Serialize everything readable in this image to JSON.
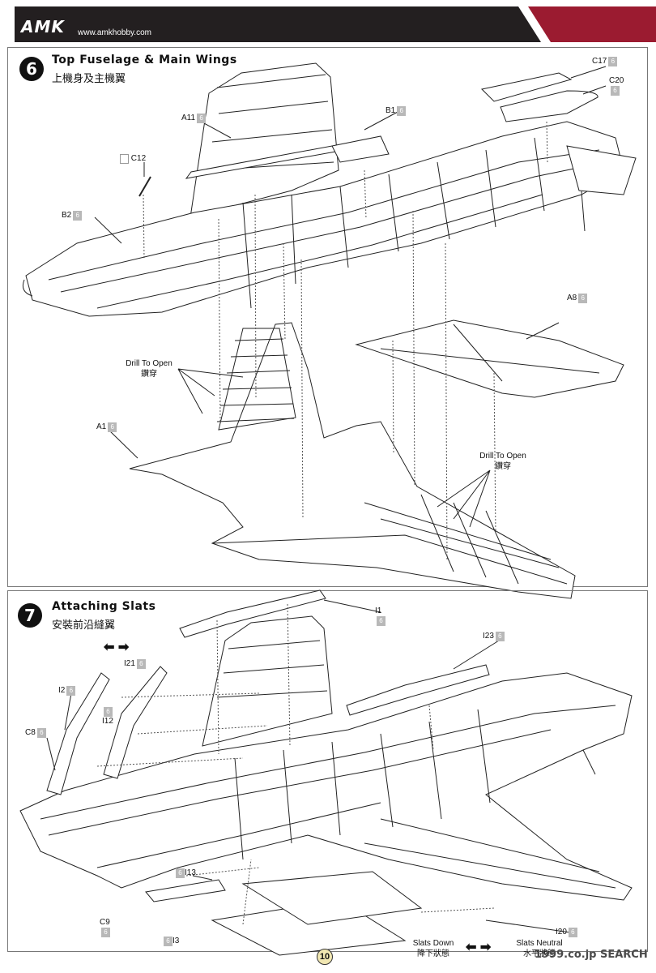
{
  "header": {
    "logo": "AMK",
    "website": "www.amkhobby.com"
  },
  "step6": {
    "number": "6",
    "title": "Top Fuselage & Main Wings",
    "subtitle_zh": "上機身及主機翼",
    "notes": [
      {
        "en": "Drill To Open",
        "zh": "鑽穿"
      },
      {
        "en": "Drill To Open",
        "zh": "鑽穿"
      }
    ],
    "callouts": [
      {
        "label": "C17",
        "badge": "6"
      },
      {
        "label": "C20",
        "badge": "6"
      },
      {
        "label": "A11",
        "badge": "6"
      },
      {
        "label": "B1",
        "badge": "6"
      },
      {
        "label": "C12",
        "badge": ""
      },
      {
        "label": "B2",
        "badge": "6"
      },
      {
        "label": "A8",
        "badge": "6"
      },
      {
        "label": "A1",
        "badge": "6"
      }
    ]
  },
  "step7": {
    "number": "7",
    "title": "Attaching Slats",
    "subtitle_zh": "安裝前沿縫翼",
    "callouts": [
      {
        "label": "I1",
        "badge": "6"
      },
      {
        "label": "I23",
        "badge": "6"
      },
      {
        "label": "I21",
        "badge": "6"
      },
      {
        "label": "I2",
        "badge": "6"
      },
      {
        "label": "I12",
        "badge": "6"
      },
      {
        "label": "C8",
        "badge": "6"
      },
      {
        "label": "I13",
        "badge": "6"
      },
      {
        "label": "C9",
        "badge": "6"
      },
      {
        "label": "I3",
        "badge": "6"
      },
      {
        "label": "I20",
        "badge": "6"
      }
    ],
    "slats_down": {
      "en": "Slats Down",
      "zh": "降下狀態"
    },
    "slats_neutral": {
      "en": "Slats Neutral",
      "zh": "水平狀態"
    }
  },
  "footer": {
    "page_number": "10",
    "watermark": "1999.co.jp SEARCH"
  },
  "colors": {
    "header_dark": "#231f20",
    "header_red": "#9b1b30",
    "badge_gray": "#b8b8b8",
    "page_badge": "#f1e7b2"
  }
}
